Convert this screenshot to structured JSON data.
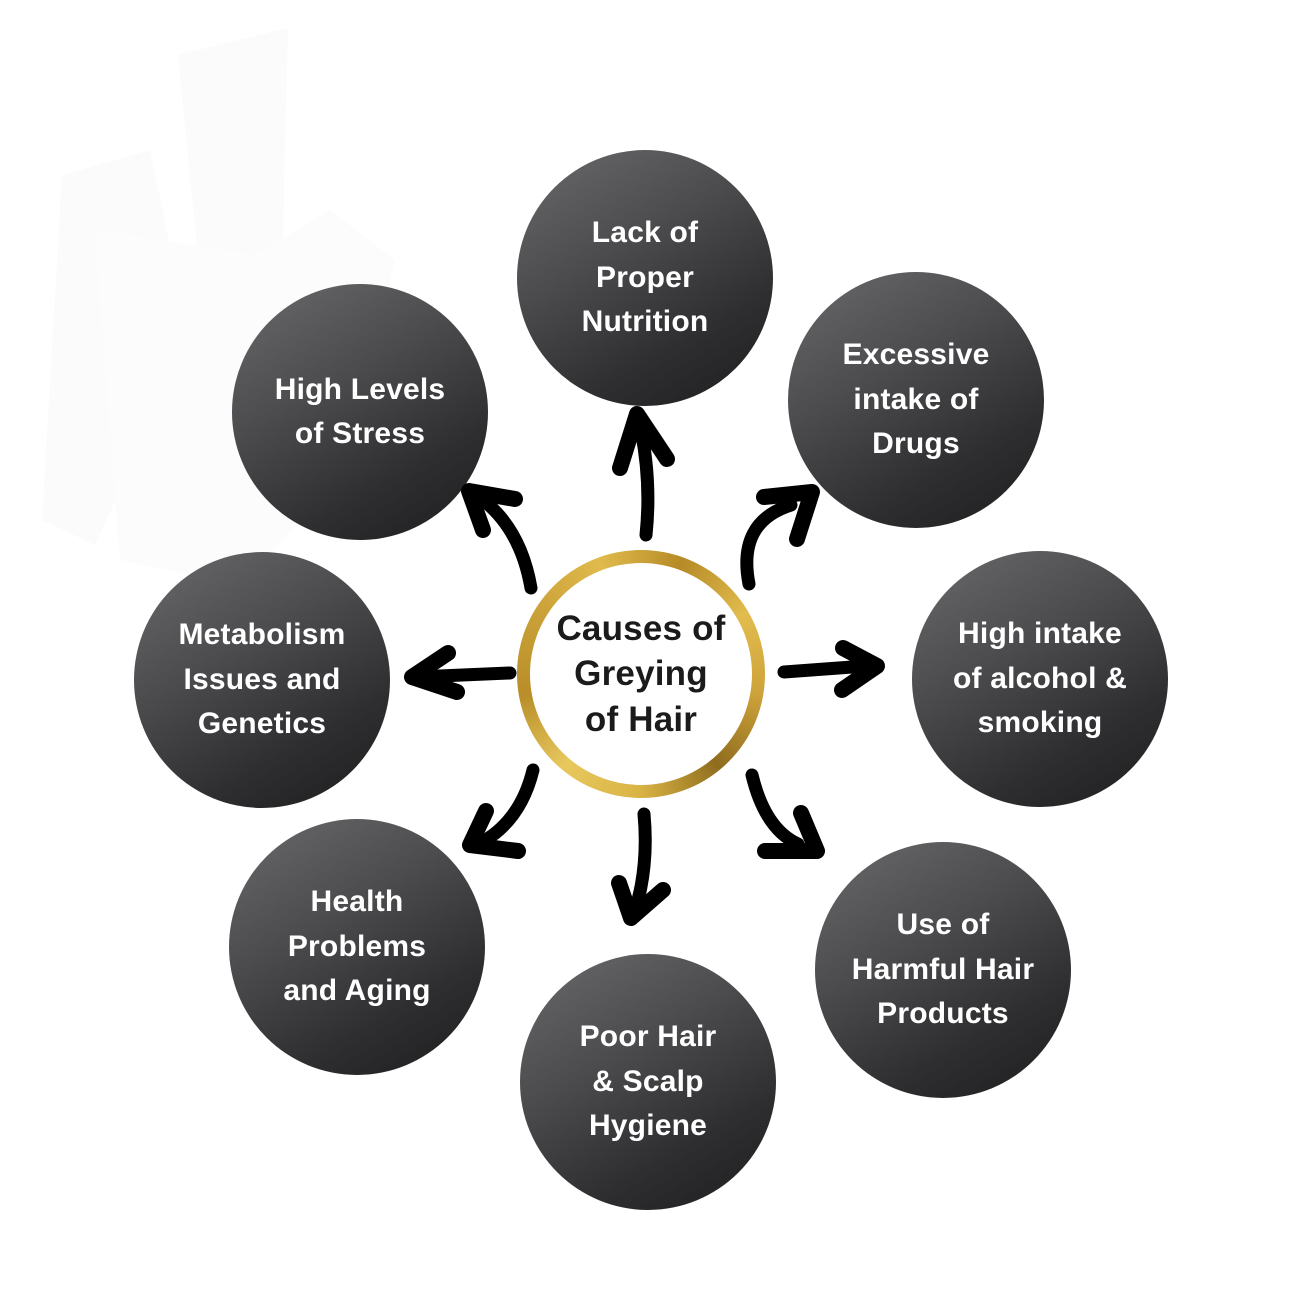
{
  "diagram": {
    "title": "Causes of Greying of Hair",
    "center": {
      "label": "Causes of\nGreying\nof Hair"
    },
    "causes": [
      {
        "id": "lack-of-proper-nutrition",
        "position": "top",
        "label": "Lack of\nProper\nNutrition"
      },
      {
        "id": "excessive-intake-of-drugs",
        "position": "top-right",
        "label": "Excessive\nintake of\nDrugs"
      },
      {
        "id": "high-intake-alcohol-smoking",
        "position": "right",
        "label": "High  intake\nof alcohol &\nsmoking"
      },
      {
        "id": "use-of-harmful-hair-products",
        "position": "bottom-right",
        "label": "Use of\nHarmful Hair\nProducts"
      },
      {
        "id": "poor-hair-scalp-hygiene",
        "position": "bottom",
        "label": "Poor Hair\n& Scalp\nHygiene"
      },
      {
        "id": "health-problems-and-aging",
        "position": "bottom-left",
        "label": "Health\nProblems\nand Aging"
      },
      {
        "id": "metabolism-issues-genetics",
        "position": "left",
        "label": "Metabolism\nIssues and\nGenetics"
      },
      {
        "id": "high-levels-of-stress",
        "position": "top-left",
        "label": "High Levels\nof Stress"
      }
    ],
    "colors": {
      "background": "#ffffff",
      "circle_gradient_light": "#6a6a6c",
      "circle_gradient_dark": "#1d1d1e",
      "circle_text": "#ffffff",
      "center_ring_gold": "#d2a73b",
      "center_fill": "#ffffff",
      "center_text": "#1b1b1b",
      "arrow": "#000000",
      "watermark": "#fbfbfb"
    }
  }
}
